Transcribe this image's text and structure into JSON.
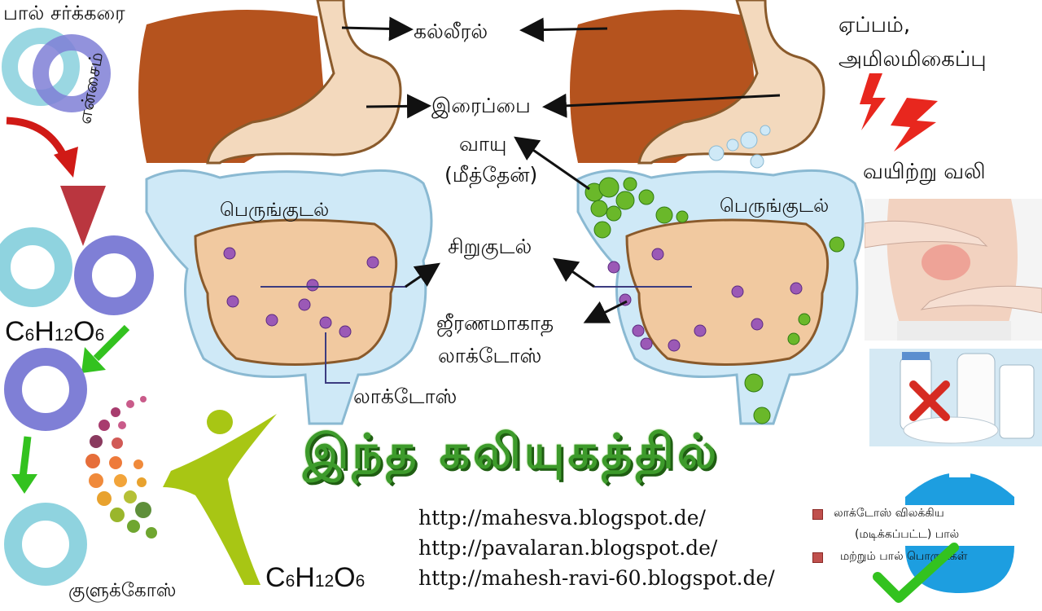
{
  "labels": {
    "milk_sugar": "பால் சர்க்கரை",
    "enzyme": "என்சைம்",
    "glucose": "குளுக்கோஸ்",
    "bile": "கல்லீரல்",
    "stomach": "இரைப்பை",
    "gas": "வாயு",
    "methane": "(மீத்தேன்)",
    "large_intestine_left": "பெருங்குடல்",
    "large_intestine_right": "பெருங்குடல்",
    "small_intestine": "சிறுகுடல்",
    "undigested": "ஜீரணமாகாத",
    "lactose_a": "லாக்டோஸ்",
    "lactose_b": "லாக்டோஸ்",
    "bloating_1": "ஏப்பம்,",
    "bloating_2": "அமிலமிகைப்பு",
    "stomach_pain": "வயிற்று வலி",
    "title": "இந்த கலியுகத்தில்"
  },
  "formula": {
    "left": {
      "c": "C",
      "c_sub": "6",
      "h": "H",
      "h_sub": "12",
      "o": "O",
      "o_sub": "6"
    },
    "right": {
      "c": "C",
      "c_sub": "6",
      "h": "H",
      "h_sub": "12",
      "o": "O",
      "o_sub": "6"
    }
  },
  "urls": [
    "http://mahesva.blogspot.de/",
    "http://pavalaran.blogspot.de/",
    "http://mahesh-ravi-60.blogspot.de/"
  ],
  "bullets": {
    "item1_line1": "லாக்டோஸ் விலக்கிய",
    "item1_line2": "(மடிக்கப்பட்ட) பால்",
    "item2": "மற்றும் பால் பொருட்கள்"
  },
  "colors": {
    "liver": "#b5531e",
    "stomach": "#f3d9bd",
    "colon": "#cfe9f7",
    "intestine": "#f1c9a0",
    "title_green": "#3d9b2b",
    "ring_teal": "#8fd3df",
    "ring_purple": "#7f7fd6",
    "arrow_green": "#33c21f",
    "arrow_red": "#d01a16"
  },
  "icons": [
    "ring-icon",
    "arrow-icon",
    "lightning-icon",
    "cross-icon",
    "check-icon",
    "human-figure-icon"
  ]
}
